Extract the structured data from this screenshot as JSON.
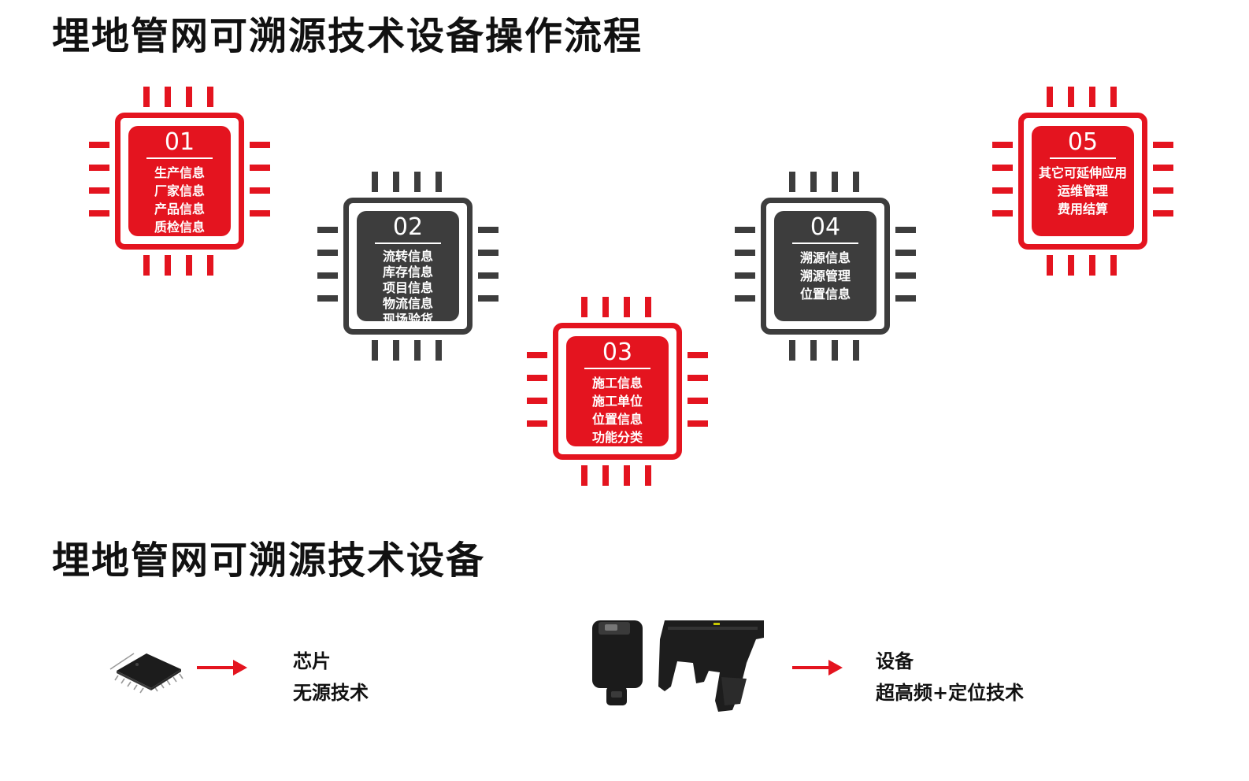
{
  "titles": {
    "process": "埋地管网可溯源技术设备操作流程",
    "devices": "埋地管网可溯源技术设备"
  },
  "colors": {
    "red": "#e4141f",
    "dark": "#3d3d3d"
  },
  "steps": [
    {
      "num": "01",
      "lines": [
        "生产信息",
        "厂家信息",
        "产品信息",
        "质检信息"
      ]
    },
    {
      "num": "02",
      "lines": [
        "流转信息",
        "库存信息",
        "项目信息",
        "物流信息",
        "现场验货"
      ]
    },
    {
      "num": "03",
      "lines": [
        "施工信息",
        "施工单位",
        "位置信息",
        "功能分类"
      ]
    },
    {
      "num": "04",
      "lines": [
        "溯源信息",
        "溯源管理",
        "位置信息"
      ]
    },
    {
      "num": "05",
      "lines": [
        "其它可延伸应用",
        "运维管理",
        "费用结算"
      ]
    }
  ],
  "devices": [
    {
      "icon": "chip-image",
      "lines": [
        "芯片",
        "无源技术"
      ]
    },
    {
      "icon": "handheld-reader-image",
      "lines": [
        "设备",
        "超高频+定位技术"
      ]
    }
  ]
}
